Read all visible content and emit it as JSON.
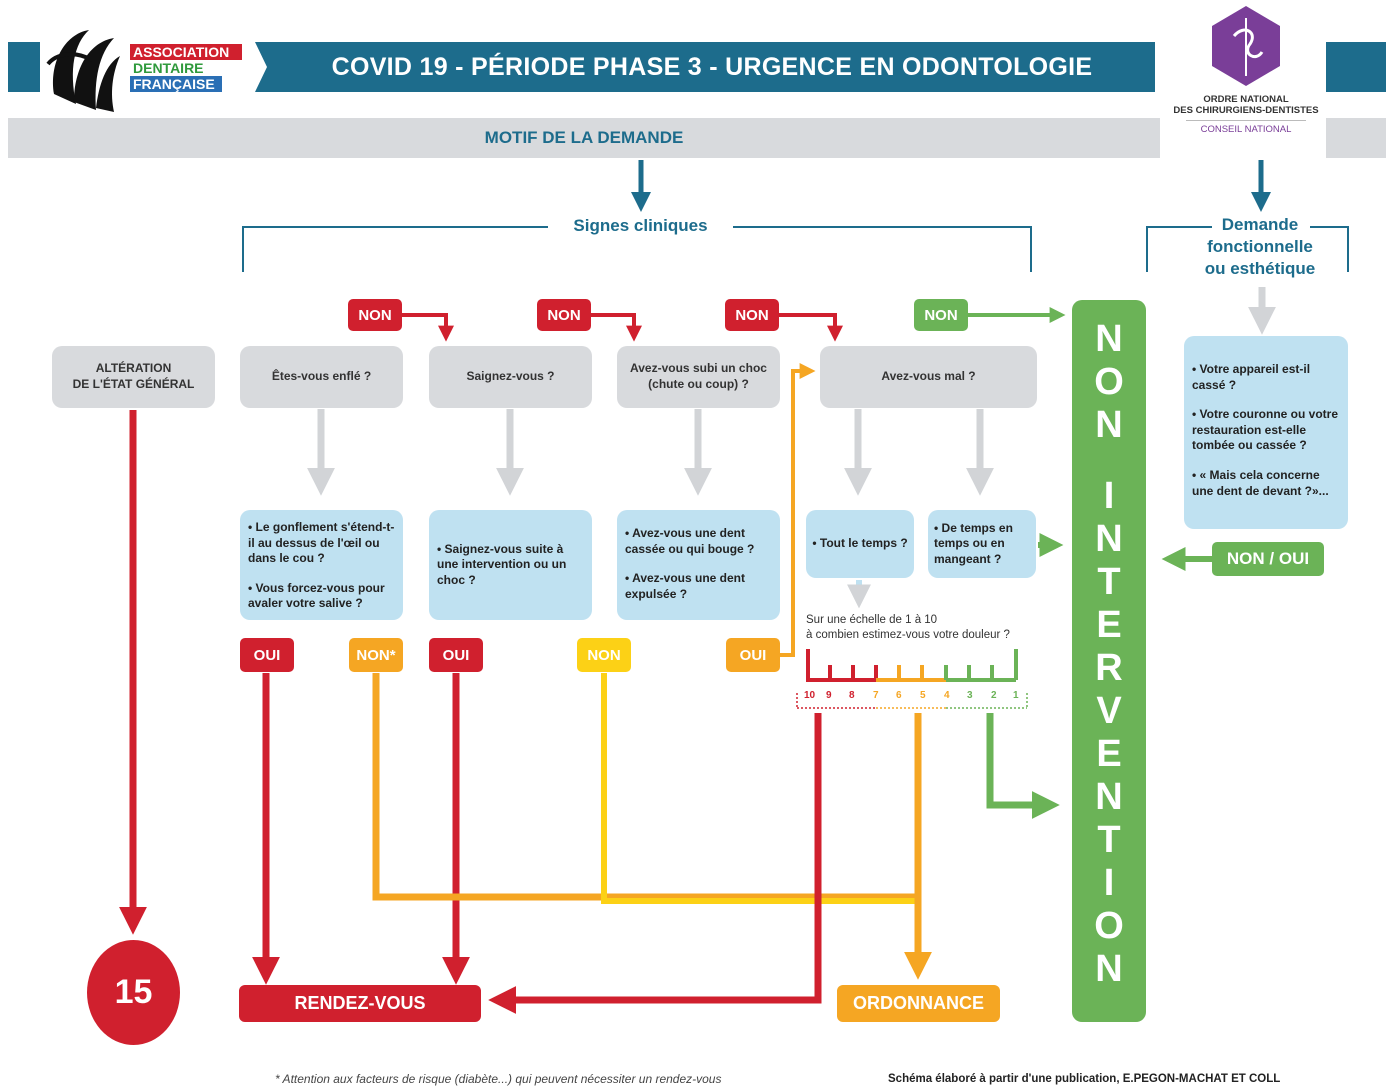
{
  "header": {
    "association": [
      "ASSOCIATION",
      "DENTAIRE",
      "FRANÇAISE"
    ],
    "title": "COVID 19 - PÉRIODE PHASE 3 - URGENCE EN ODONTOLOGIE",
    "ordre": [
      "ORDRE NATIONAL",
      "DES CHIRURGIENS-DENTISTES"
    ],
    "conseil": "CONSEIL NATIONAL"
  },
  "motif": "MOTIF DE LA DEMANDE",
  "signes": "Signes cliniques",
  "demande": [
    "Demande",
    "fonctionnelle",
    "ou esthétique"
  ],
  "alteration": [
    "ALTÉRATION",
    "DE L'ÉTAT GÉNÉRAL"
  ],
  "questions": {
    "enfle": "Êtes-vous enflé ?",
    "saignez": "Saignez-vous ?",
    "choc": [
      "Avez-vous subi un choc",
      "(chute ou coup) ?"
    ],
    "mal": "Avez-vous mal ?"
  },
  "details": {
    "enfle": [
      "Le gonflement s'étend-t-il au dessus de l'œil ou dans le cou ?",
      "Vous forcez-vous pour avaler votre salive ?"
    ],
    "saignez": [
      "Saignez-vous suite à une intervention ou un choc ?"
    ],
    "choc": [
      "Avez-vous une dent cassée ou qui bouge ?",
      "Avez-vous une dent expulsée ?"
    ],
    "toutTemps": [
      "Tout le temps ?"
    ],
    "deTemps": [
      "De temps en temps ou en mangeant ?"
    ],
    "fonctionnelle": [
      "Votre appareil est-il cassé ?",
      "Votre couronne ou votre restauration est-elle tombée ou cassée ?",
      "« Mais cela concerne une dent de devant ?»..."
    ]
  },
  "tags": {
    "non": "NON",
    "oui": "OUI",
    "nonStar": "NON*",
    "nonOui": "NON / OUI"
  },
  "scale": {
    "question": [
      "Sur une échelle de 1 à 10",
      "à combien estimez-vous votre douleur ?"
    ],
    "numbers": [
      "10",
      "9",
      "8",
      "7",
      "6",
      "5",
      "4",
      "3",
      "2",
      "1"
    ]
  },
  "nonIntervention": [
    "N",
    "O",
    "N",
    "",
    "I",
    "N",
    "T",
    "E",
    "R",
    "V",
    "E",
    "N",
    "T",
    "I",
    "O",
    "N"
  ],
  "outcomes": {
    "quinze": "15",
    "rdv": "RENDEZ-VOUS",
    "ordonnance": "ORDONNANCE"
  },
  "footer": {
    "note": "* Attention aux facteurs de risque (diabète...) qui peuvent nécessiter un rendez-vous",
    "credit": "Schéma élaboré à partir d'une publication, E.PEGON-MACHAT ET COLL"
  },
  "colors": {
    "navy": "#1d6c8c",
    "red": "#d0202e",
    "green": "#6bb357",
    "orange": "#f5a623",
    "yellow": "#fcd116",
    "arrowGray": "#d2d4d7",
    "lightBlue": "#bfe1f1",
    "purple": "#7a3e98"
  }
}
